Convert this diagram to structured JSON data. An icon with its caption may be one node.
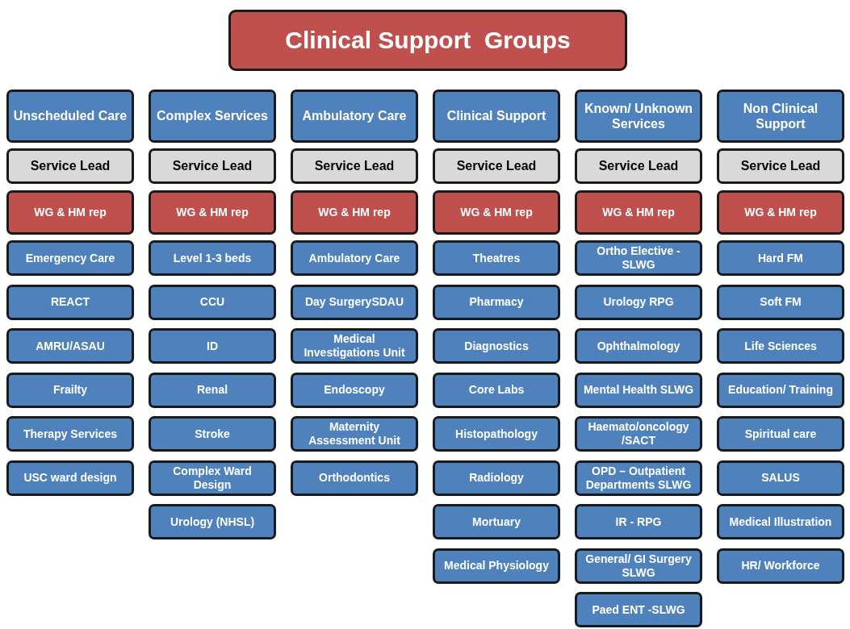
{
  "diagram": {
    "title": "Clinical Support  Groups",
    "nodes": [
      {
        "text": [
          "Unscheduled Care"
        ]
      },
      {
        "text": [
          "Service Lead"
        ]
      },
      {
        "text": [
          "WG & HM rep"
        ]
      },
      {
        "text": [
          "Emergency Care"
        ]
      },
      {
        "text": [
          "REACT"
        ]
      },
      {
        "text": [
          "AMRU/ASAU"
        ]
      },
      {
        "text": [
          "Frailty"
        ]
      },
      {
        "text": [
          "Therapy Services"
        ]
      },
      {
        "text": [
          "USC ward design"
        ]
      },
      {
        "text": [
          "Complex Services"
        ]
      },
      {
        "text": [
          "Service Lead"
        ]
      },
      {
        "text": [
          "WG & HM rep"
        ]
      },
      {
        "text": [
          "Level 1-3 beds"
        ]
      },
      {
        "text": [
          "CCU"
        ]
      },
      {
        "text": [
          "ID"
        ]
      },
      {
        "text": [
          "Renal"
        ]
      },
      {
        "text": [
          "Stroke"
        ]
      },
      {
        "text": [
          "Complex Ward Design"
        ]
      },
      {
        "text": [
          "Urology (NHSL)"
        ]
      },
      {
        "text": [
          "Ambulatory Care"
        ]
      },
      {
        "text": [
          "Service Lead"
        ]
      },
      {
        "text": [
          "WG & HM rep"
        ]
      },
      {
        "text": [
          "Ambulatory Care"
        ]
      },
      {
        "text": [
          "Day SurgerySDAU"
        ]
      },
      {
        "text": [
          "Medical Investigations Unit"
        ]
      },
      {
        "text": [
          "Endoscopy"
        ]
      },
      {
        "text": [
          "Maternity Assessment Unit"
        ]
      },
      {
        "text": [
          "Orthodontics"
        ]
      },
      {
        "text": [
          "Clinical Support"
        ]
      },
      {
        "text": [
          "Service Lead"
        ]
      },
      {
        "text": [
          "WG & HM rep"
        ]
      },
      {
        "text": [
          "Theatres"
        ]
      },
      {
        "text": [
          "Pharmacy"
        ]
      },
      {
        "text": [
          "Diagnostics"
        ]
      },
      {
        "text": [
          "Core Labs"
        ]
      },
      {
        "text": [
          "Histopathology"
        ]
      },
      {
        "text": [
          "Radiology"
        ]
      },
      {
        "text": [
          "Mortuary"
        ]
      },
      {
        "text": [
          "Medical Physiology"
        ]
      },
      {
        "text": [
          "Known/ Unknown Services"
        ]
      },
      {
        "text": [
          "Service Lead"
        ]
      },
      {
        "text": [
          "WG & HM rep"
        ]
      },
      {
        "text": [
          "Ortho Elective - SLWG"
        ]
      },
      {
        "text": [
          "Urology RPG"
        ]
      },
      {
        "text": [
          "Ophthalmology"
        ]
      },
      {
        "text": [
          "Mental Health SLWG"
        ]
      },
      {
        "text": [
          "Haemato/oncology /SACT"
        ]
      },
      {
        "text": [
          "OPD – Outpatient Departments  SLWG"
        ]
      },
      {
        "text": [
          "IR - RPG"
        ]
      },
      {
        "text": [
          "General/ GI Surgery SLWG"
        ]
      },
      {
        "text": [
          "Paed ENT -SLWG"
        ]
      },
      {
        "text": [
          "Non Clinical Support"
        ]
      },
      {
        "text": [
          "Service Lead"
        ]
      },
      {
        "text": [
          "WG & HM rep"
        ]
      },
      {
        "text": [
          "Hard FM"
        ]
      },
      {
        "text": [
          "Soft FM"
        ]
      },
      {
        "text": [
          "Life Sciences"
        ]
      },
      {
        "text": [
          "Education/ Training"
        ]
      },
      {
        "text": [
          "Spiritual care"
        ]
      },
      {
        "text": [
          "SALUS"
        ]
      },
      {
        "text": [
          "Medical Illustration"
        ]
      },
      {
        "text": [
          "HR/ Workforce"
        ]
      }
    ],
    "edges": []
  }
}
